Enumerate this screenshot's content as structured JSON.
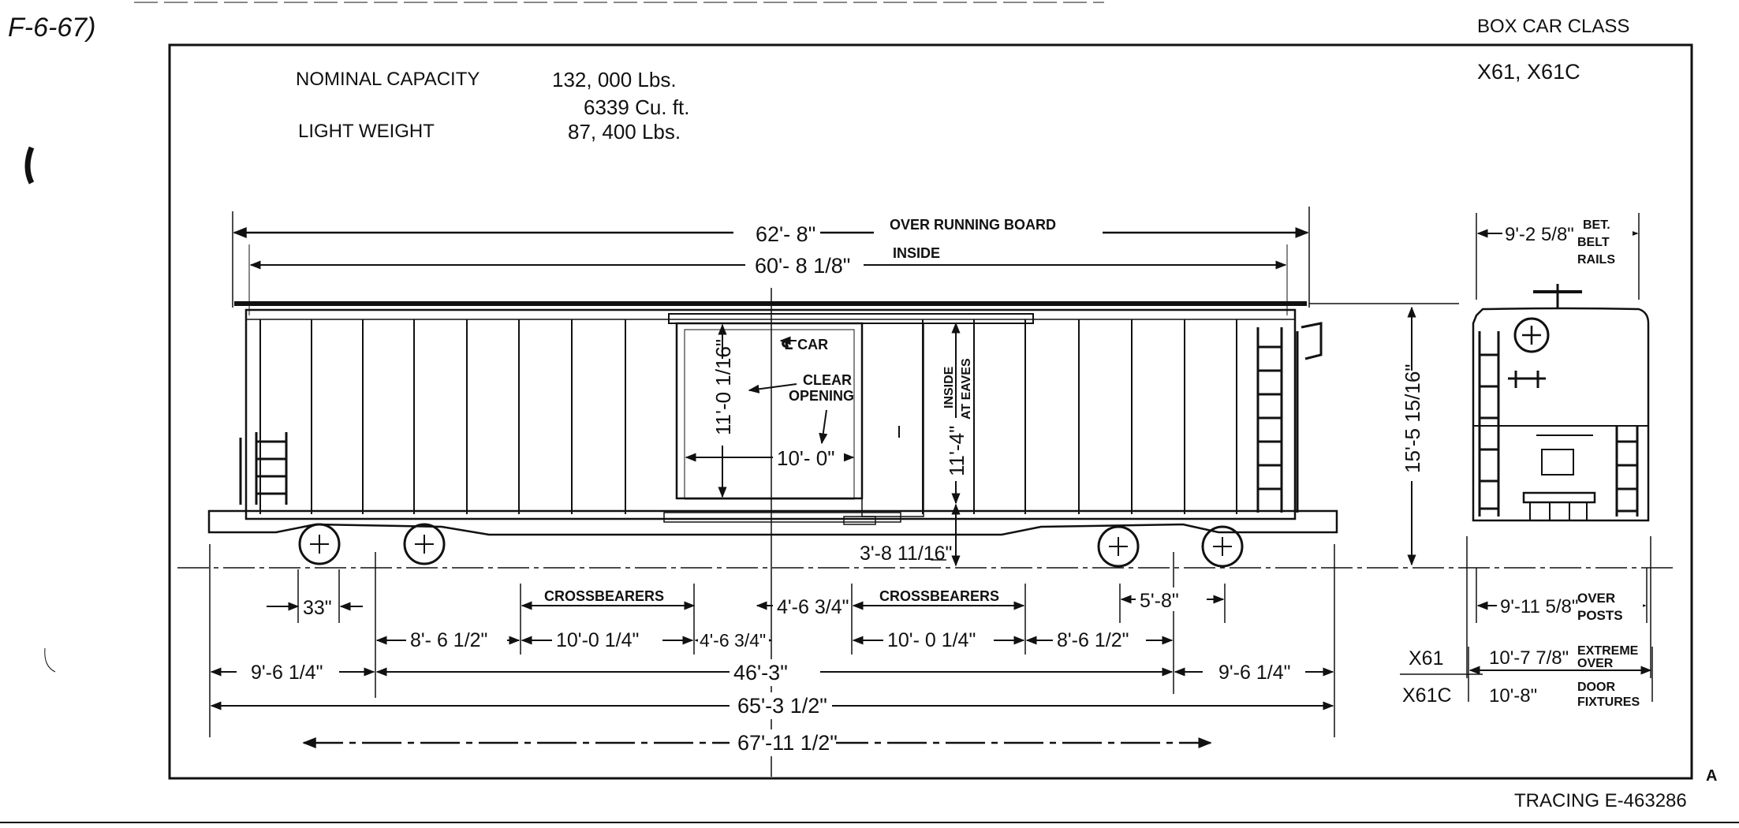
{
  "header": {
    "handwritten_note": "F-6-67)",
    "class_label": "BOX CAR CLASS",
    "class_values": "X61, X61C"
  },
  "specs": {
    "nominal_capacity_label": "NOMINAL CAPACITY",
    "nominal_capacity_value": "132, 000 Lbs.",
    "cubic_value": "6339  Cu. ft.",
    "light_weight_label": "LIGHT WEIGHT",
    "light_weight_value": "87, 400 Lbs."
  },
  "side_view": {
    "over_running_board_value": "62'- 8\"",
    "over_running_board_label": "OVER RUNNING BOARD",
    "inside_length_value": "60'- 8 1/8\"",
    "inside_label": "INSIDE",
    "center_car_label": "℄ CAR",
    "clear_opening_label_1": "CLEAR",
    "clear_opening_label_2": "OPENING",
    "door_height_value": "11'-0 1/16\"",
    "door_width_value": "10'- 0\"",
    "inside_height_value": "11'-4\"",
    "inside_height_label_1": "INSIDE",
    "inside_height_label_2": "AT EAVES",
    "floor_height_value": "3'-8 11/16\"",
    "truck_wheelbase_left": "33\"",
    "crossbearers_label": "CROSSBEARERS",
    "center_offset_upper": "4'-6 3/4\"",
    "truck_wheelbase_right": "5'-8\"",
    "dim_8_6_half_left": "8'- 6 1/2\"",
    "dim_10_0_quarter_left": "10'-0 1/4\"",
    "dim_4_6_lower": "4'-6 3/4\"",
    "dim_10_0_quarter_right": "10'- 0 1/4\"",
    "dim_8_6_half_right": "8'-6 1/2\"",
    "end_overhang_left": "9'-6 1/4\"",
    "truck_centers": "46'-3\"",
    "end_overhang_right": "9'-6 1/4\"",
    "length_over_strikers": "65'-3 1/2\"",
    "length_over_couplers": "67'-11 1/2\""
  },
  "end_view": {
    "belt_rails_value": "9'-2 5/8\"",
    "belt_rails_label_1": "BET.",
    "belt_rails_label_2": "BELT",
    "belt_rails_label_3": "RAILS",
    "height_value": "15'-5 15/16\"",
    "over_posts_value": "9'-11 5/8\"",
    "over_posts_label_1": "OVER",
    "over_posts_label_2": "POSTS",
    "x61_label": "X61",
    "x61_value": "10'-7 7/8\"",
    "extreme_label_1": "EXTREME",
    "extreme_label_2": "OVER",
    "x61c_label": "X61C",
    "x61c_value": "10'-8\"",
    "door_label_1": "DOOR",
    "door_label_2": "FIXTURES"
  },
  "footer": {
    "revision": "A",
    "tracing": "TRACING E-463286"
  }
}
